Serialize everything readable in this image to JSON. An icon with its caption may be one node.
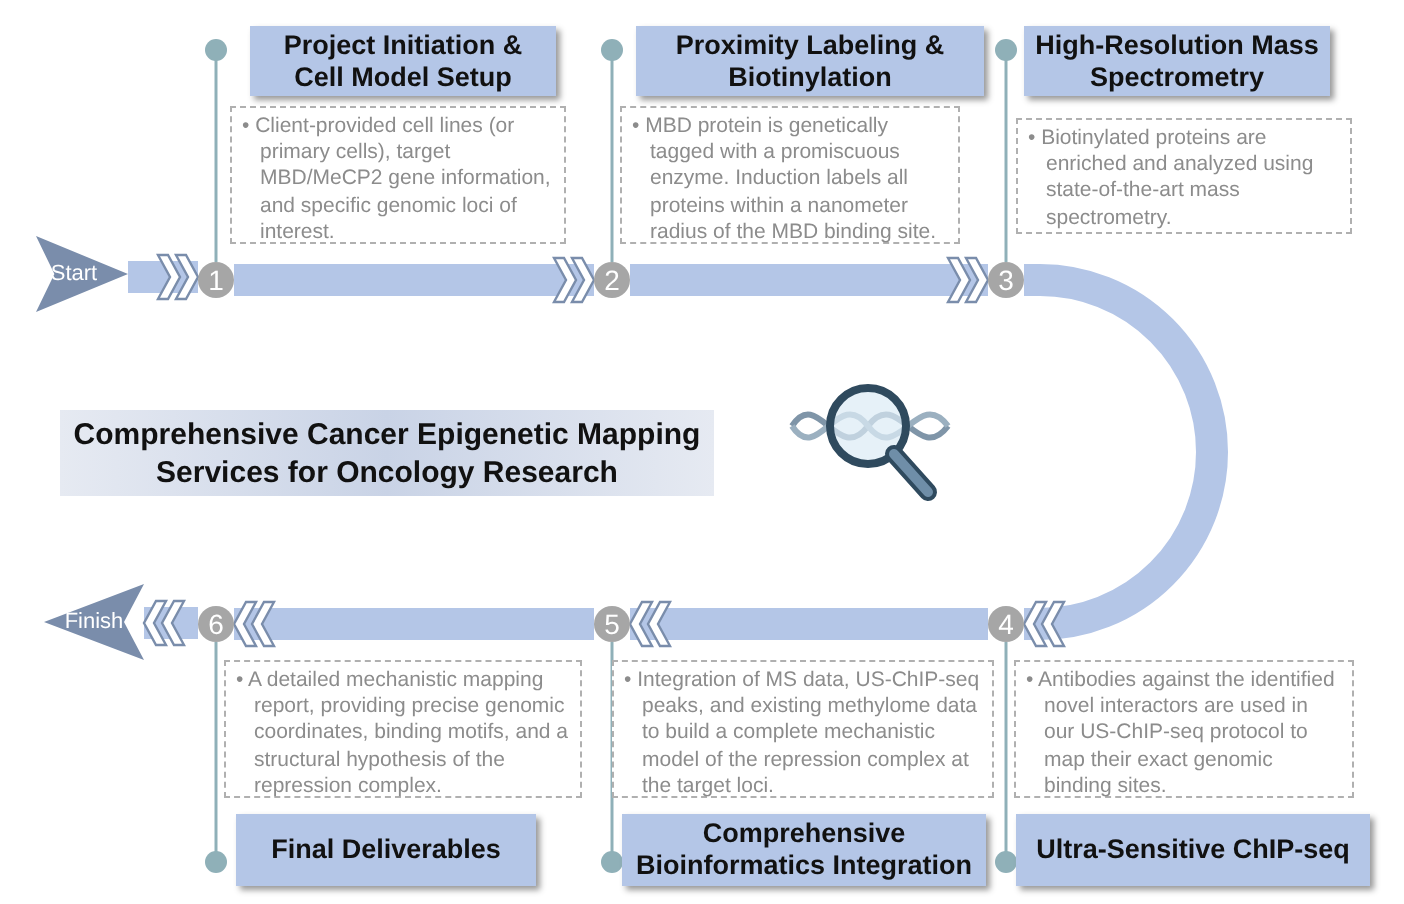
{
  "diagram": {
    "title": "Comprehensive Cancer Epigenetic Mapping Services for Oncology Research",
    "nodes": [
      {
        "text": [
          "Start"
        ]
      },
      {
        "text": [
          "Project Initiation & Cell Model Setup"
        ]
      },
      {
        "text": [
          "• Client-provided cell lines (or primary cells), target MBD/MeCP2 gene information, and specific genomic loci of interest."
        ]
      },
      {
        "text": [
          "1"
        ]
      },
      {
        "text": [
          "Proximity Labeling & Biotinylation"
        ]
      },
      {
        "text": [
          "• MBD protein is genetically tagged with a promiscuous enzyme. Induction labels all proteins within a nanometer radius of the MBD binding site."
        ]
      },
      {
        "text": [
          "2"
        ]
      },
      {
        "text": [
          "High-Resolution Mass Spectrometry"
        ]
      },
      {
        "text": [
          "• Biotinylated proteins are enriched and analyzed using state-of-the-art mass spectrometry."
        ]
      },
      {
        "text": [
          "3"
        ]
      },
      {
        "text": [
          "Finish"
        ]
      },
      {
        "text": [
          "6"
        ]
      },
      {
        "text": [
          "• A detailed mechanistic mapping report, providing precise genomic coordinates, binding motifs, and a structural hypothesis of the repression complex."
        ]
      },
      {
        "text": [
          "Final Deliverables"
        ]
      },
      {
        "text": [
          "5"
        ]
      },
      {
        "text": [
          "• Integration of MS data, US-ChIP-seq peaks, and existing methylome data to build a complete mechanistic model of the repression complex at the target loci."
        ]
      },
      {
        "text": [
          "Comprehensive Bioinformatics Integration"
        ]
      },
      {
        "text": [
          "4"
        ]
      },
      {
        "text": [
          "• Antibodies against the identified novel interactors are used in our US-ChIP-seq protocol to map their exact genomic binding sites."
        ]
      },
      {
        "text": [
          "Ultra-Sensitive ChIP-seq"
        ]
      }
    ],
    "edges": [
      {
        "from": 0,
        "to": 3,
        "arrow": "to"
      },
      {
        "from": 3,
        "to": 6,
        "arrow": "to"
      },
      {
        "from": 6,
        "to": 9,
        "arrow": "to"
      },
      {
        "from": 9,
        "to": 17,
        "arrow": "to"
      },
      {
        "from": 17,
        "to": 14,
        "arrow": "to"
      },
      {
        "from": 14,
        "to": 11,
        "arrow": "to"
      },
      {
        "from": 11,
        "to": 10,
        "arrow": "to"
      },
      {
        "from": 3,
        "to": 1,
        "arrow": "other"
      },
      {
        "from": 6,
        "to": 4,
        "arrow": "other"
      },
      {
        "from": 9,
        "to": 7,
        "arrow": "other"
      },
      {
        "from": 11,
        "to": 13,
        "arrow": "other"
      },
      {
        "from": 14,
        "to": 16,
        "arrow": "other"
      },
      {
        "from": 17,
        "to": 19,
        "arrow": "other"
      }
    ]
  }
}
